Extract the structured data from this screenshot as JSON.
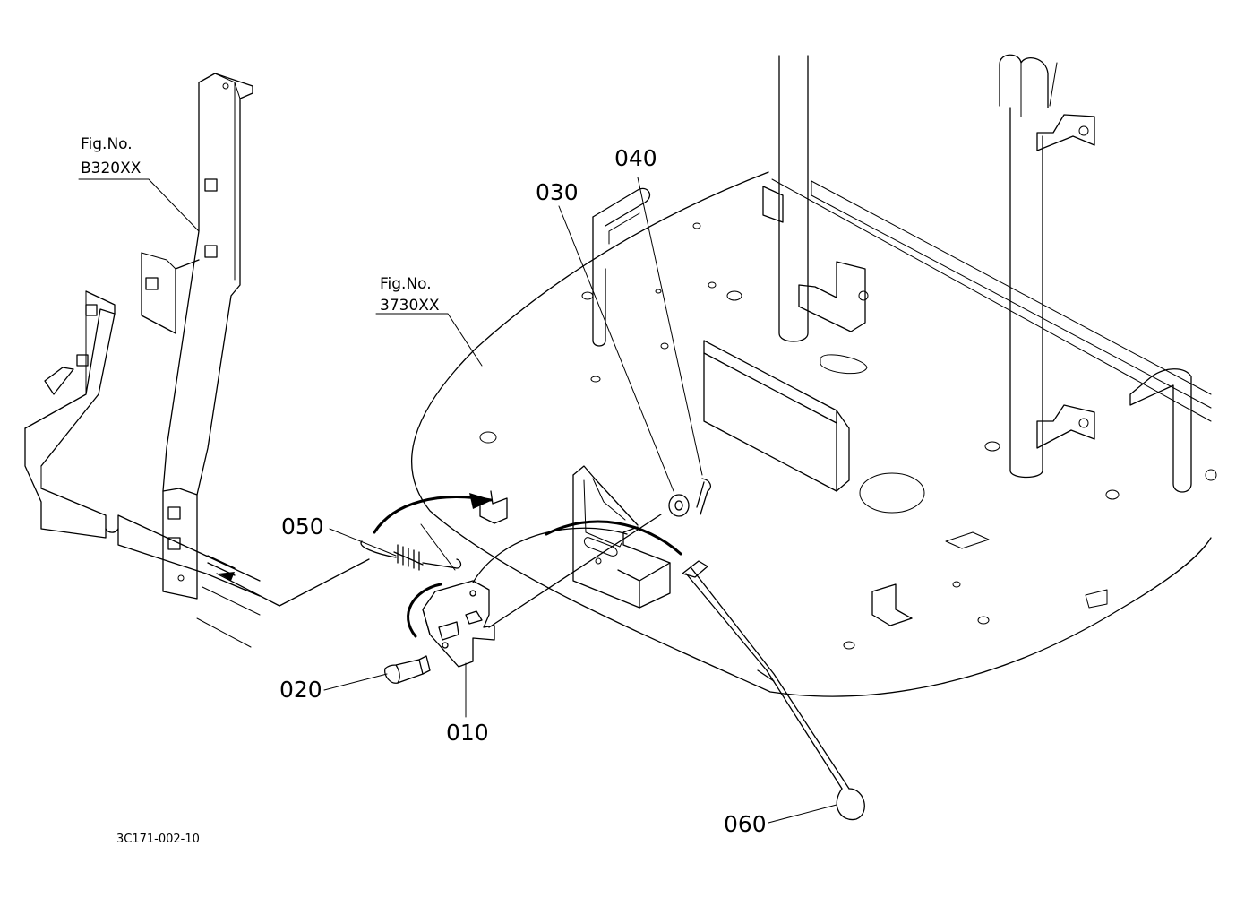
{
  "figure_refs": [
    {
      "line1": "Fig.No.",
      "line2": "B320XX"
    },
    {
      "line1": "Fig.No.",
      "line2": "3730XX"
    }
  ],
  "callouts": {
    "p010": "010",
    "p020": "020",
    "p030": "030",
    "p040": "040",
    "p050": "050",
    "p060": "060"
  },
  "drawing_code": "3C171-002-10"
}
